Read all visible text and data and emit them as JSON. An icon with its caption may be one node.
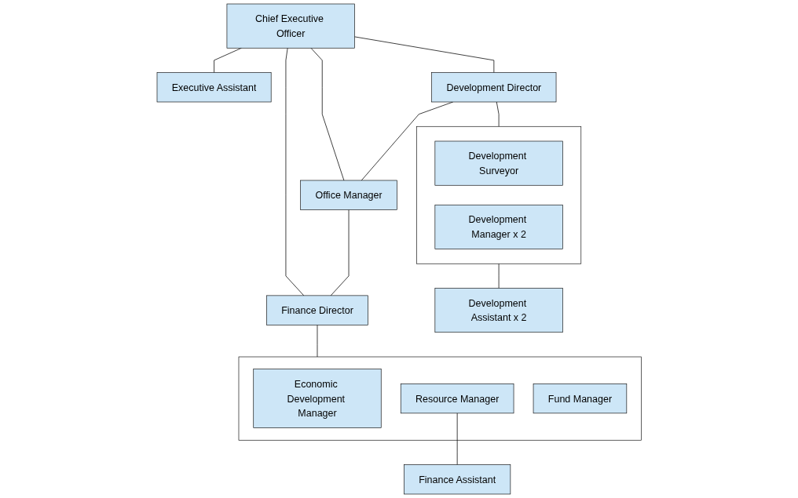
{
  "diagram": {
    "nodes": [
      {
        "text": [
          "Chief Executive Officer"
        ]
      },
      {
        "text": [
          "Executive Assistant"
        ]
      },
      {
        "text": [
          "Development Director"
        ]
      },
      {
        "text": [
          "Office Manager"
        ]
      },
      {
        "text": [
          "Finance Director"
        ]
      },
      {
        "text": [],
        "shape": "box"
      },
      {
        "text": [
          "Development Surveyor"
        ],
        "in": 5
      },
      {
        "text": [
          "Development Manager x 2"
        ],
        "in": 5
      },
      {
        "text": [
          "Development Assistant x 2"
        ]
      },
      {
        "text": [],
        "shape": "box"
      },
      {
        "text": [
          "Economic Development Manager"
        ],
        "in": 9
      },
      {
        "text": [
          "Resource Manager"
        ],
        "in": 9
      },
      {
        "text": [
          "Fund Manager"
        ],
        "in": 9
      },
      {
        "text": [
          "Finance Assistant"
        ]
      }
    ],
    "edges": [
      {
        "from": 0,
        "to": 2,
        "arrow": "none"
      },
      {
        "from": 0,
        "to": 1,
        "arrow": "none"
      },
      {
        "from": 0,
        "to": 3,
        "arrow": "none"
      },
      {
        "from": 0,
        "to": 4,
        "arrow": "none"
      },
      {
        "from": 2,
        "to": 3,
        "arrow": "none"
      },
      {
        "from": 3,
        "to": 4,
        "arrow": "none"
      },
      {
        "from": 2,
        "to": 5,
        "arrow": "none"
      },
      {
        "from": 5,
        "to": 8,
        "arrow": "none"
      },
      {
        "from": 4,
        "to": 9,
        "arrow": "none"
      },
      {
        "from": 11,
        "to": 13,
        "arrow": "none"
      }
    ]
  }
}
